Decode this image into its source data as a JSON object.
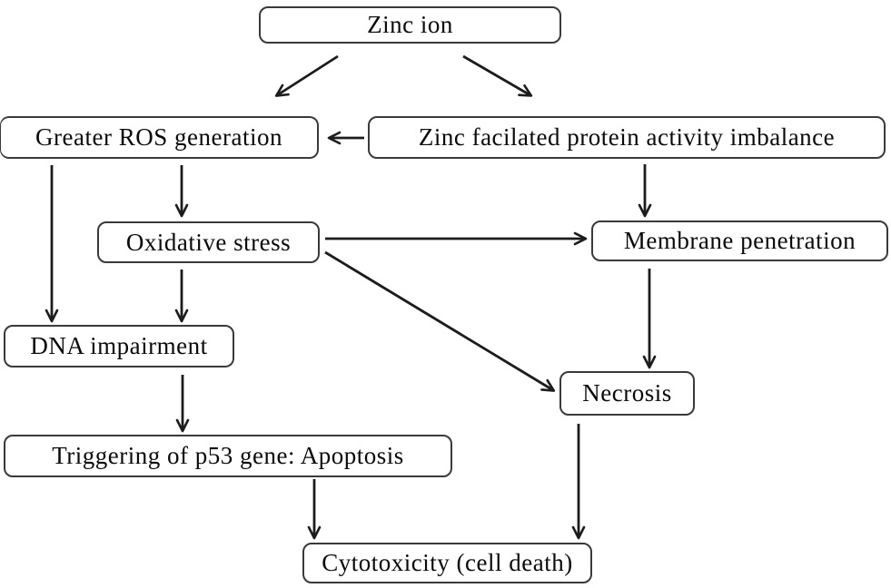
{
  "diagram": {
    "type": "flowchart",
    "background": "#ffffff",
    "line_color": "#1c1c1c",
    "border_color": "#3a3a3a",
    "nodes": {
      "zinc_ion": {
        "label": "Zinc ion"
      },
      "ros": {
        "label": "Greater ROS generation"
      },
      "protein": {
        "label": "Zinc facilated protein activity imbalance"
      },
      "oxidative": {
        "label": "Oxidative stress"
      },
      "membrane": {
        "label": "Membrane penetration"
      },
      "dna": {
        "label": "DNA impairment"
      },
      "necrosis": {
        "label": "Necrosis"
      },
      "p53": {
        "label": "Triggering of p53 gene: Apoptosis"
      },
      "cytotoxicity": {
        "label": "Cytotoxicity (cell death)"
      }
    },
    "edges": [
      {
        "from": "zinc_ion",
        "to": "ros"
      },
      {
        "from": "zinc_ion",
        "to": "protein"
      },
      {
        "from": "protein",
        "to": "ros"
      },
      {
        "from": "ros",
        "to": "oxidative"
      },
      {
        "from": "ros",
        "to": "dna"
      },
      {
        "from": "protein",
        "to": "membrane"
      },
      {
        "from": "oxidative",
        "to": "membrane"
      },
      {
        "from": "oxidative",
        "to": "necrosis"
      },
      {
        "from": "oxidative",
        "to": "dna"
      },
      {
        "from": "membrane",
        "to": "necrosis"
      },
      {
        "from": "dna",
        "to": "p53"
      },
      {
        "from": "p53",
        "to": "cytotoxicity"
      },
      {
        "from": "necrosis",
        "to": "cytotoxicity"
      }
    ]
  }
}
